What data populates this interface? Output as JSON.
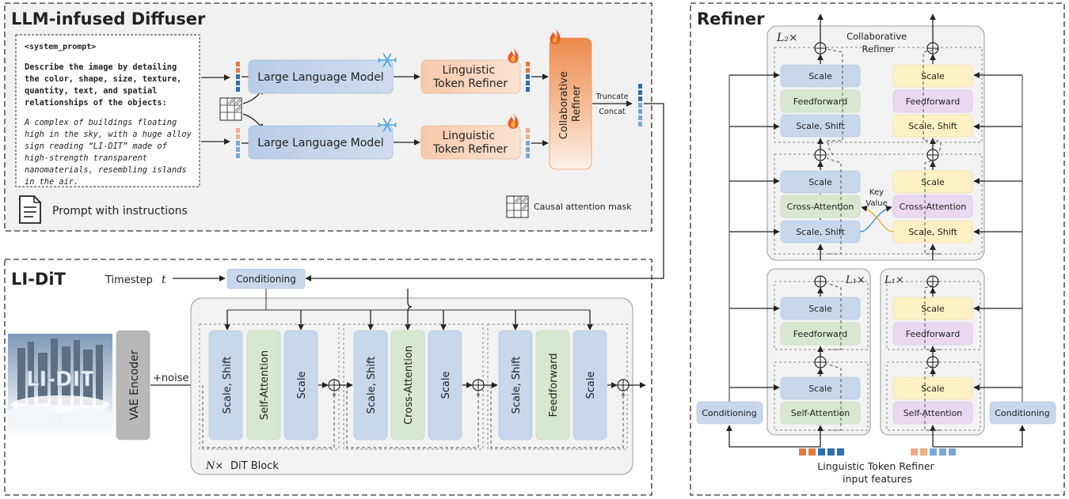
{
  "llm": {
    "title": "LLM-infused Diffuser",
    "prompt_tag": "<system_prompt>",
    "instr_lines": [
      "Describe the image by detailing",
      "the color, shape, size, texture,",
      "quantity, text, and spatial",
      "relationships of the objects:"
    ],
    "user_lines": [
      "A complex of buildings floating",
      "high in the sky, with a huge alloy",
      "sign reading “LI-DIT” made of",
      "high-strength transparent",
      "nanomaterials, resembling islands",
      "in the air."
    ],
    "prompt_label": "Prompt with instructions",
    "llm_label": "Large Language Model",
    "ltr_line1": "Linguistic",
    "ltr_line2": "Token Refiner",
    "collab_line1": "Collaborative",
    "collab_line2": "Refiner",
    "truncate": "Truncate",
    "concat": "Concat",
    "mask_label": "Causal attention mask",
    "colors": {
      "orange": "#e07b39",
      "blue": "#2f6fb0",
      "light_orange": "#f1ad86",
      "light_blue": "#7ba6d6"
    }
  },
  "dit": {
    "title": "LI-DiT",
    "timestep": "Timestep",
    "timestep_var": "t",
    "conditioning": "Conditioning",
    "image_text": "LI-DIT",
    "vae": "VAE Encoder",
    "noise": "+noise",
    "scale_shift": "Scale, Shift",
    "self_attn": "Self-Attention",
    "cross_attn": "Cross-Attention",
    "feedforward": "Feedforward",
    "scale": "Scale",
    "block_label_n": "N×",
    "block_label": "DiT Block"
  },
  "refiner": {
    "title": "Refiner",
    "l2": "L₂×",
    "l1": "L₁×",
    "collab_line1": "Collaborative",
    "collab_line2": "Refiner",
    "scale": "Scale",
    "feedforward": "Feedforward",
    "scale_shift": "Scale, Shift",
    "cross_attn": "Cross-Attention",
    "self_attn": "Self-Attention",
    "key": "Key",
    "value": "Value",
    "conditioning": "Conditioning",
    "input_line1": "Linguistic Token Refiner",
    "input_line2": "input features"
  }
}
